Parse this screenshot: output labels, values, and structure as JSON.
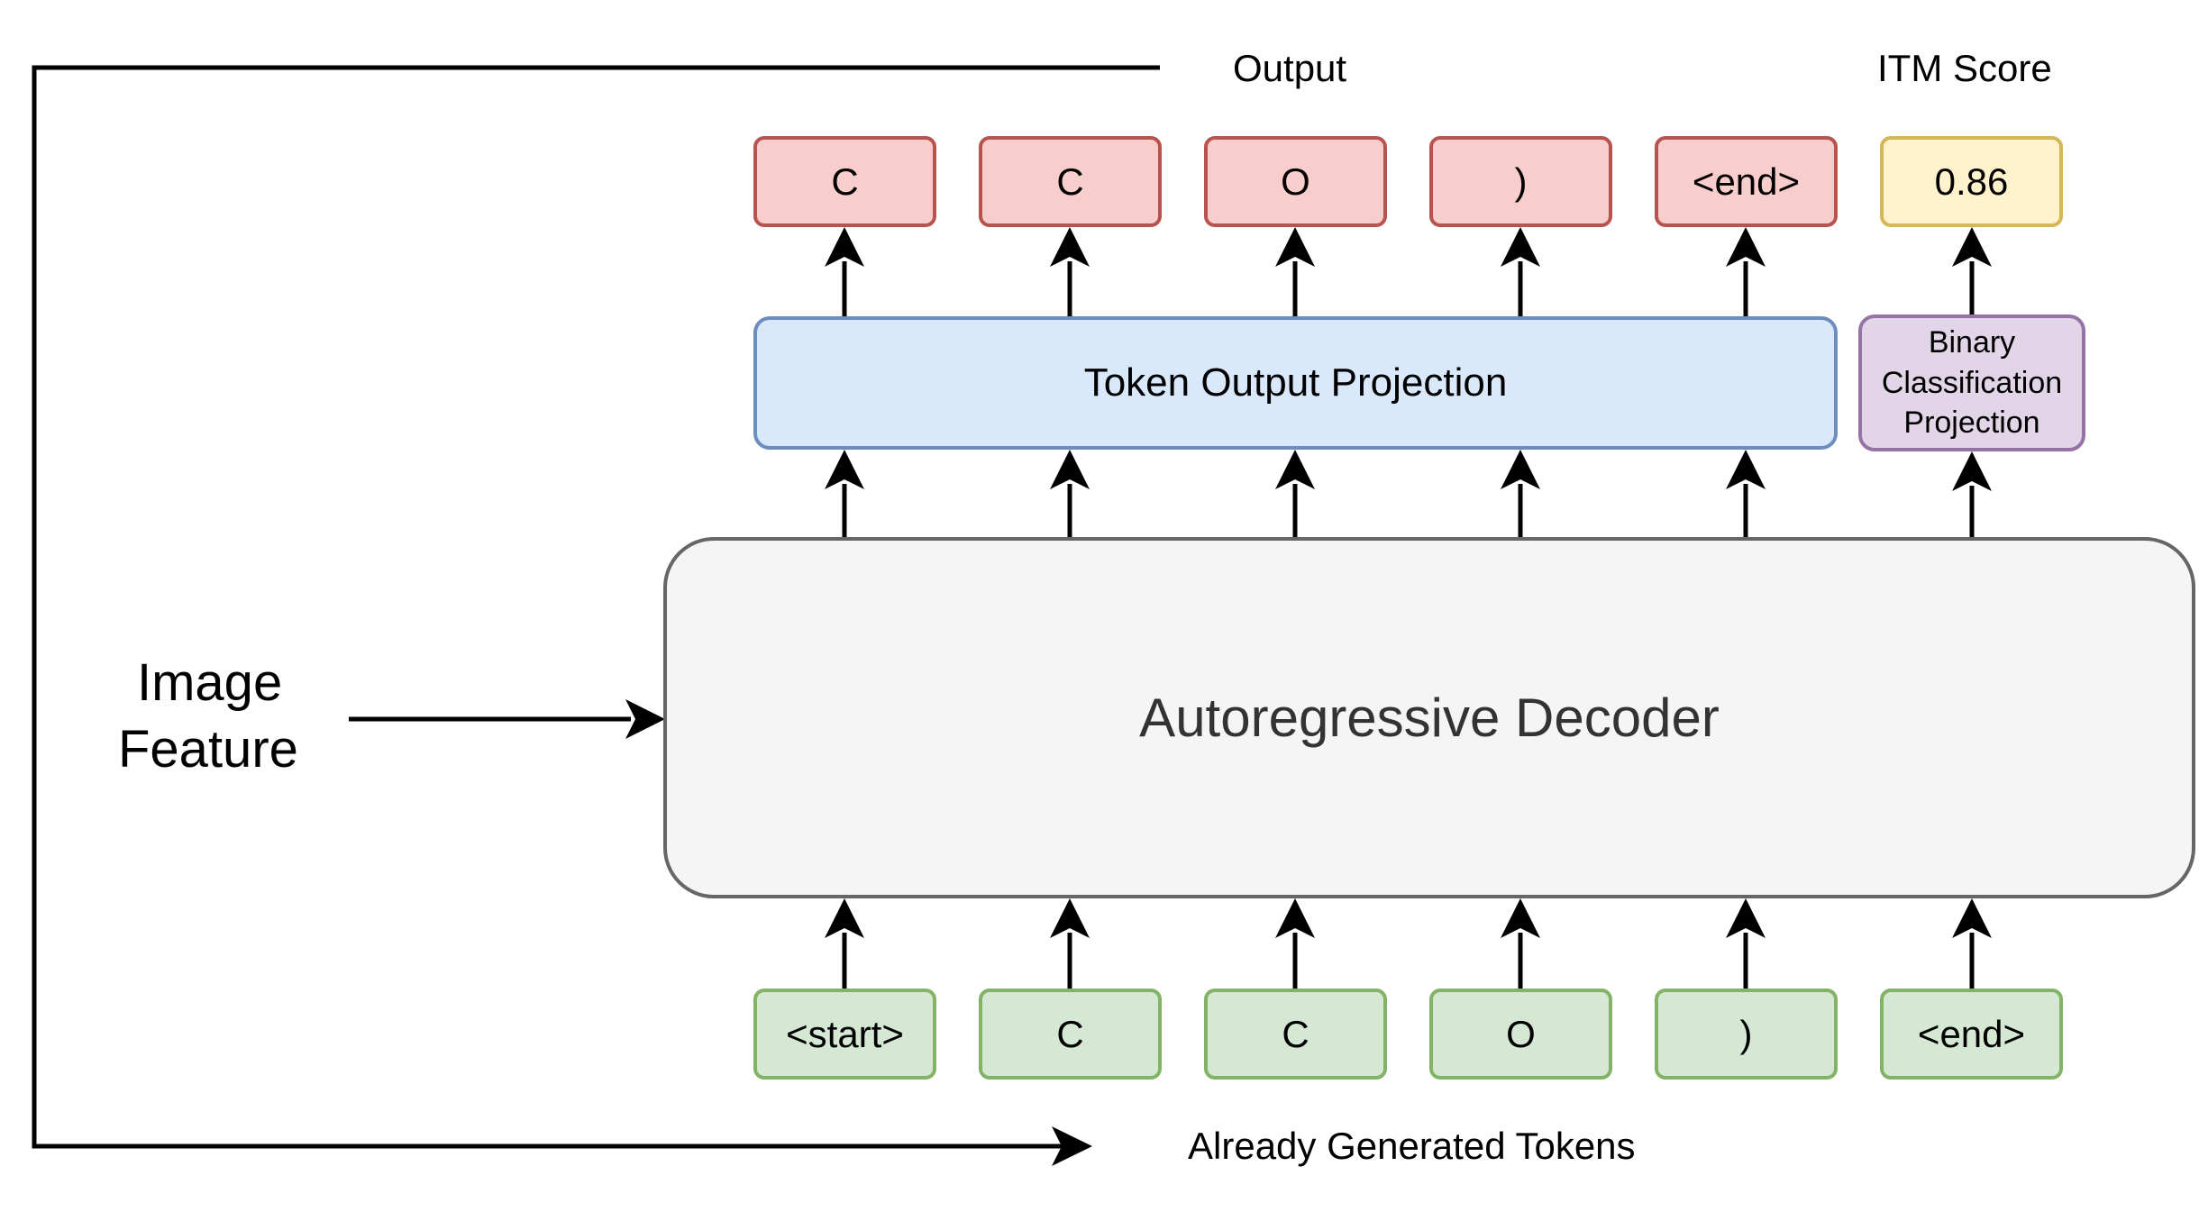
{
  "labels": {
    "output": "Output",
    "itm_score": "ITM Score",
    "image_feature_line1": "Image",
    "image_feature_line2": "Feature",
    "already_generated": "Already Generated Tokens"
  },
  "output_tokens": [
    "C",
    "C",
    "O",
    ")",
    "<end>"
  ],
  "itm_score_value": "0.86",
  "token_output_projection": "Token Output Projection",
  "binary_projection": {
    "line1": "Binary",
    "line2": "Classification",
    "line3": "Projection"
  },
  "decoder_label": "Autoregressive Decoder",
  "input_tokens": [
    "<start>",
    "C",
    "C",
    "O",
    ")",
    "<end>"
  ],
  "colors": {
    "output_token_fill": "#f8cecc",
    "output_token_stroke": "#b85450",
    "input_token_fill": "#d5e8d4",
    "input_token_stroke": "#82b366",
    "score_fill": "#fff2cc",
    "score_stroke": "#d6b656",
    "projection_fill": "#dae8fc",
    "projection_stroke": "#6c8ebf",
    "binary_fill": "#e1d5e7",
    "binary_stroke": "#9673a6",
    "decoder_fill": "#f5f5f5",
    "decoder_stroke": "#666666"
  }
}
